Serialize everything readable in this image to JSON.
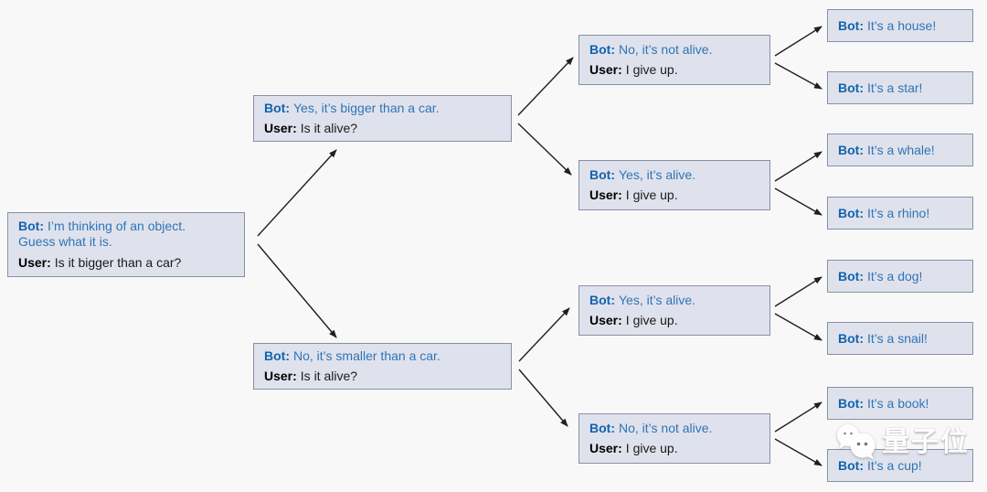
{
  "labels": {
    "bot": "Bot:",
    "user": "User:"
  },
  "tree": {
    "root": {
      "bot": "I’m thinking of an object.\nGuess what it is.",
      "user": "Is it bigger than a car?"
    },
    "level2": [
      {
        "bot": "Yes, it’s bigger than a car.",
        "user": "Is it alive?"
      },
      {
        "bot": "No, it’s smaller than a car.",
        "user": "Is it alive?"
      }
    ],
    "level3": [
      {
        "bot": "No, it’s not alive.",
        "user": "I give up."
      },
      {
        "bot": "Yes, it’s alive.",
        "user": "I give up."
      },
      {
        "bot": "Yes, it’s alive.",
        "user": "I give up."
      },
      {
        "bot": "No, it’s not alive.",
        "user": "I give up."
      }
    ],
    "leaves": [
      {
        "bot": "It’s a house!"
      },
      {
        "bot": "It’s a star!"
      },
      {
        "bot": "It’s a whale!"
      },
      {
        "bot": "It’s a rhino!"
      },
      {
        "bot": "It’s a dog!"
      },
      {
        "bot": "It’s a snail!"
      },
      {
        "bot": "It’s a book!"
      },
      {
        "bot": "It’s a cup!"
      }
    ],
    "edges": [
      {
        "from": "root",
        "to": "bigger-than-car"
      },
      {
        "from": "root",
        "to": "smaller-than-car"
      },
      {
        "from": "bigger-than-car",
        "to": "bigger-not-alive"
      },
      {
        "from": "bigger-than-car",
        "to": "bigger-alive"
      },
      {
        "from": "smaller-than-car",
        "to": "smaller-alive"
      },
      {
        "from": "smaller-than-car",
        "to": "smaller-not-alive"
      },
      {
        "from": "bigger-not-alive",
        "to": "house"
      },
      {
        "from": "bigger-not-alive",
        "to": "star"
      },
      {
        "from": "bigger-alive",
        "to": "whale"
      },
      {
        "from": "bigger-alive",
        "to": "rhino"
      },
      {
        "from": "smaller-alive",
        "to": "dog"
      },
      {
        "from": "smaller-alive",
        "to": "snail"
      },
      {
        "from": "smaller-not-alive",
        "to": "book"
      },
      {
        "from": "smaller-not-alive",
        "to": "cup"
      }
    ]
  },
  "watermark": {
    "text": "量子位",
    "icon": "wechat-chat-bubbles-icon"
  },
  "colors": {
    "background": "#f8f8f9",
    "box_background": "#dfe2ec",
    "box_border": "#8791a3",
    "bot_label_blue": "#1263ae",
    "bot_text_blue": "#2f74b8",
    "user_text_black": "#1a1a1a",
    "arrow_black": "#1f1f1f",
    "watermark_white": "#ffffff"
  }
}
